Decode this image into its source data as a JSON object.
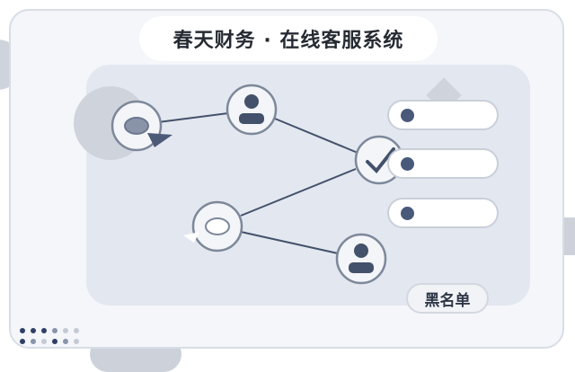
{
  "title": "春天财务 · 在线客服系统",
  "blacklist_button": "黑名单",
  "contact_list": [
    {
      "icon": "user-dot-icon"
    },
    {
      "icon": "user-dot-icon"
    },
    {
      "icon": "user-dot-icon"
    }
  ],
  "nodes": [
    {
      "name": "chat-bubble-node",
      "icon": "chat-bubble-icon"
    },
    {
      "name": "agent-avatar-node",
      "icon": "user-avatar-icon"
    },
    {
      "name": "hub-check-node",
      "icon": "checkmark-icon"
    },
    {
      "name": "message-node",
      "icon": "message-bubble-icon"
    },
    {
      "name": "customer-avatar-node",
      "icon": "user-avatar-icon"
    }
  ],
  "colors": {
    "accent": "#49597a",
    "outline": "#8791a3",
    "panel": "#e3e8f0",
    "background": "#f4f6fa"
  }
}
